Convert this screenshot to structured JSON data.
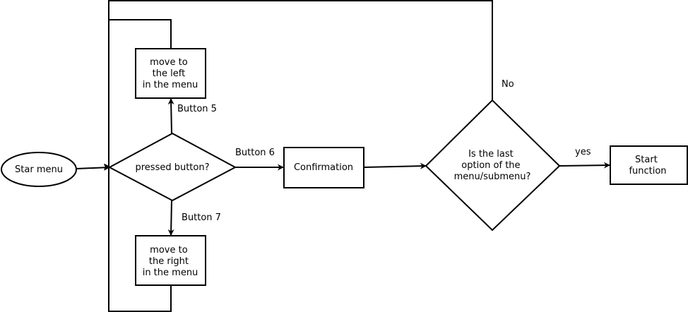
{
  "nodes": {
    "start_menu": {
      "label": "Star menu"
    },
    "pressed_button": {
      "label": "pressed button?"
    },
    "move_left": {
      "lines": [
        "move to",
        "the left",
        "in the menu"
      ]
    },
    "move_right": {
      "lines": [
        "move to",
        "the right",
        "in the menu"
      ]
    },
    "confirmation": {
      "label": "Confirmation"
    },
    "last_option": {
      "lines": [
        "Is the last",
        "option of the",
        "menu/submenu?"
      ]
    },
    "start_function": {
      "lines": [
        "Start",
        "function"
      ]
    }
  },
  "edges": {
    "button5": "Button 5",
    "button6": "Button 6",
    "button7": "Button 7",
    "no": "No",
    "yes": "yes"
  },
  "colors": {
    "stroke": "#000000",
    "fill": "#ffffff",
    "text": "#000000"
  }
}
